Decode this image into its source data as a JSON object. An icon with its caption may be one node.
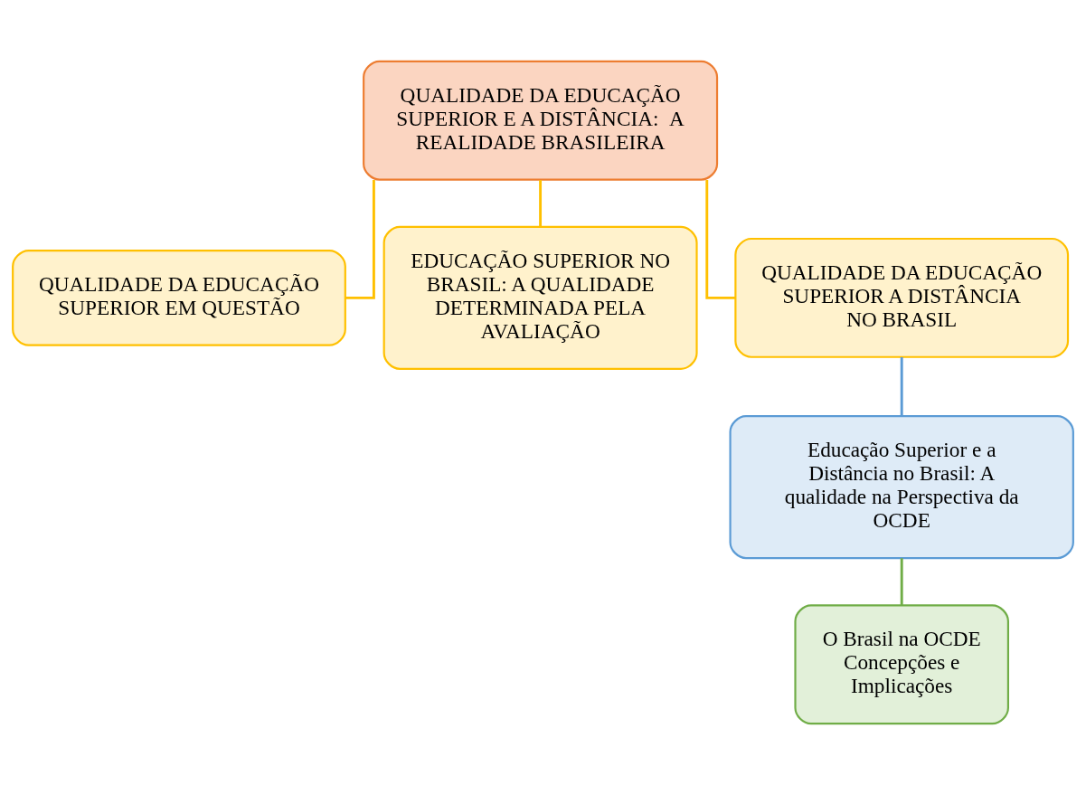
{
  "diagram": {
    "nodes": [
      {
        "text": [
          "QUALIDADE DA EDUCAÇÃO SUPERIOR E A DISTÂNCIA:  A REALIDADE BRASILEIRA"
        ]
      },
      {
        "text": [
          "QUALIDADE DA EDUCAÇÃO SUPERIOR EM QUESTÃO"
        ]
      },
      {
        "text": [
          "EDUCAÇÃO SUPERIOR NO BRASIL: A QUALIDADE DETERMINADA PELA AVALIAÇÃO"
        ]
      },
      {
        "text": [
          "QUALIDADE DA EDUCAÇÃO SUPERIOR A DISTÂNCIA NO BRASIL"
        ]
      },
      {
        "text": [
          "Educação Superior e a Distância no Brasil: A qualidade na Perspectiva da OCDE"
        ]
      },
      {
        "text": [
          "O Brasil na OCDE",
          "Concepções e Implicações"
        ]
      }
    ],
    "edges": [
      {
        "from": 0,
        "to": 1,
        "arrow": "none"
      },
      {
        "from": 0,
        "to": 2,
        "arrow": "none"
      },
      {
        "from": 0,
        "to": 3,
        "arrow": "none"
      },
      {
        "from": 3,
        "to": 4,
        "arrow": "none",
        "color": "#5b9bd5"
      },
      {
        "from": 4,
        "to": 5,
        "arrow": "none",
        "color": "#70ad47"
      }
    ]
  }
}
